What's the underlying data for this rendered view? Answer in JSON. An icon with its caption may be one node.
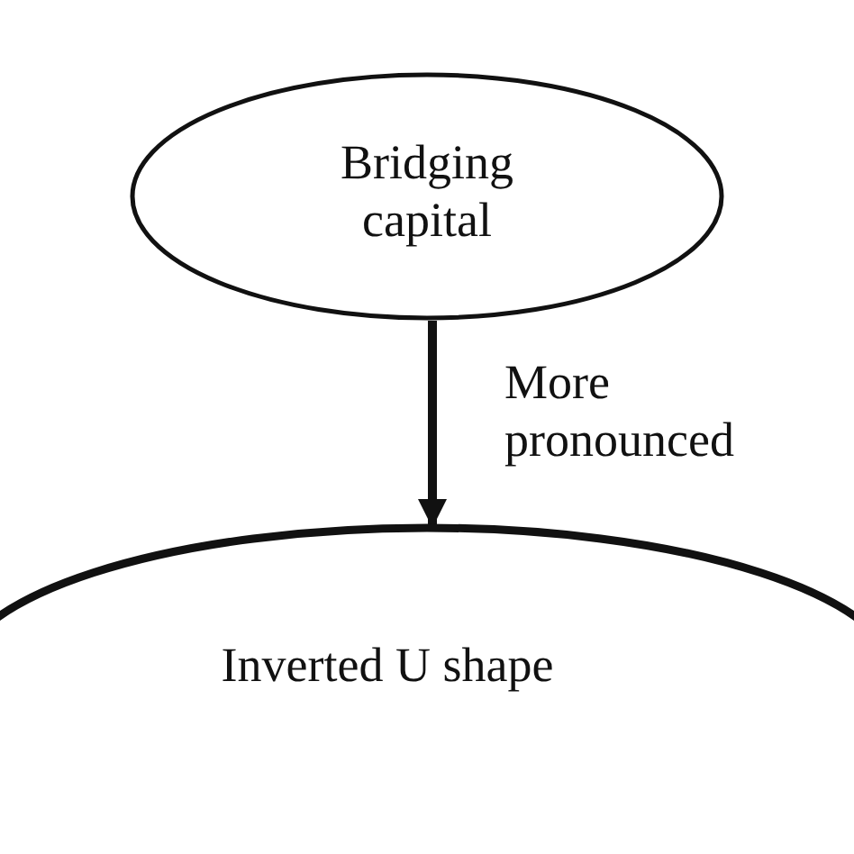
{
  "diagram": {
    "nodes": [
      {
        "text": [
          "Bridging capital"
        ]
      },
      {
        "text": [
          "Inverted U shape"
        ]
      }
    ],
    "edges": [
      {
        "from": 0,
        "to": 1,
        "arrow": "to",
        "label": "More pronounced"
      }
    ]
  }
}
